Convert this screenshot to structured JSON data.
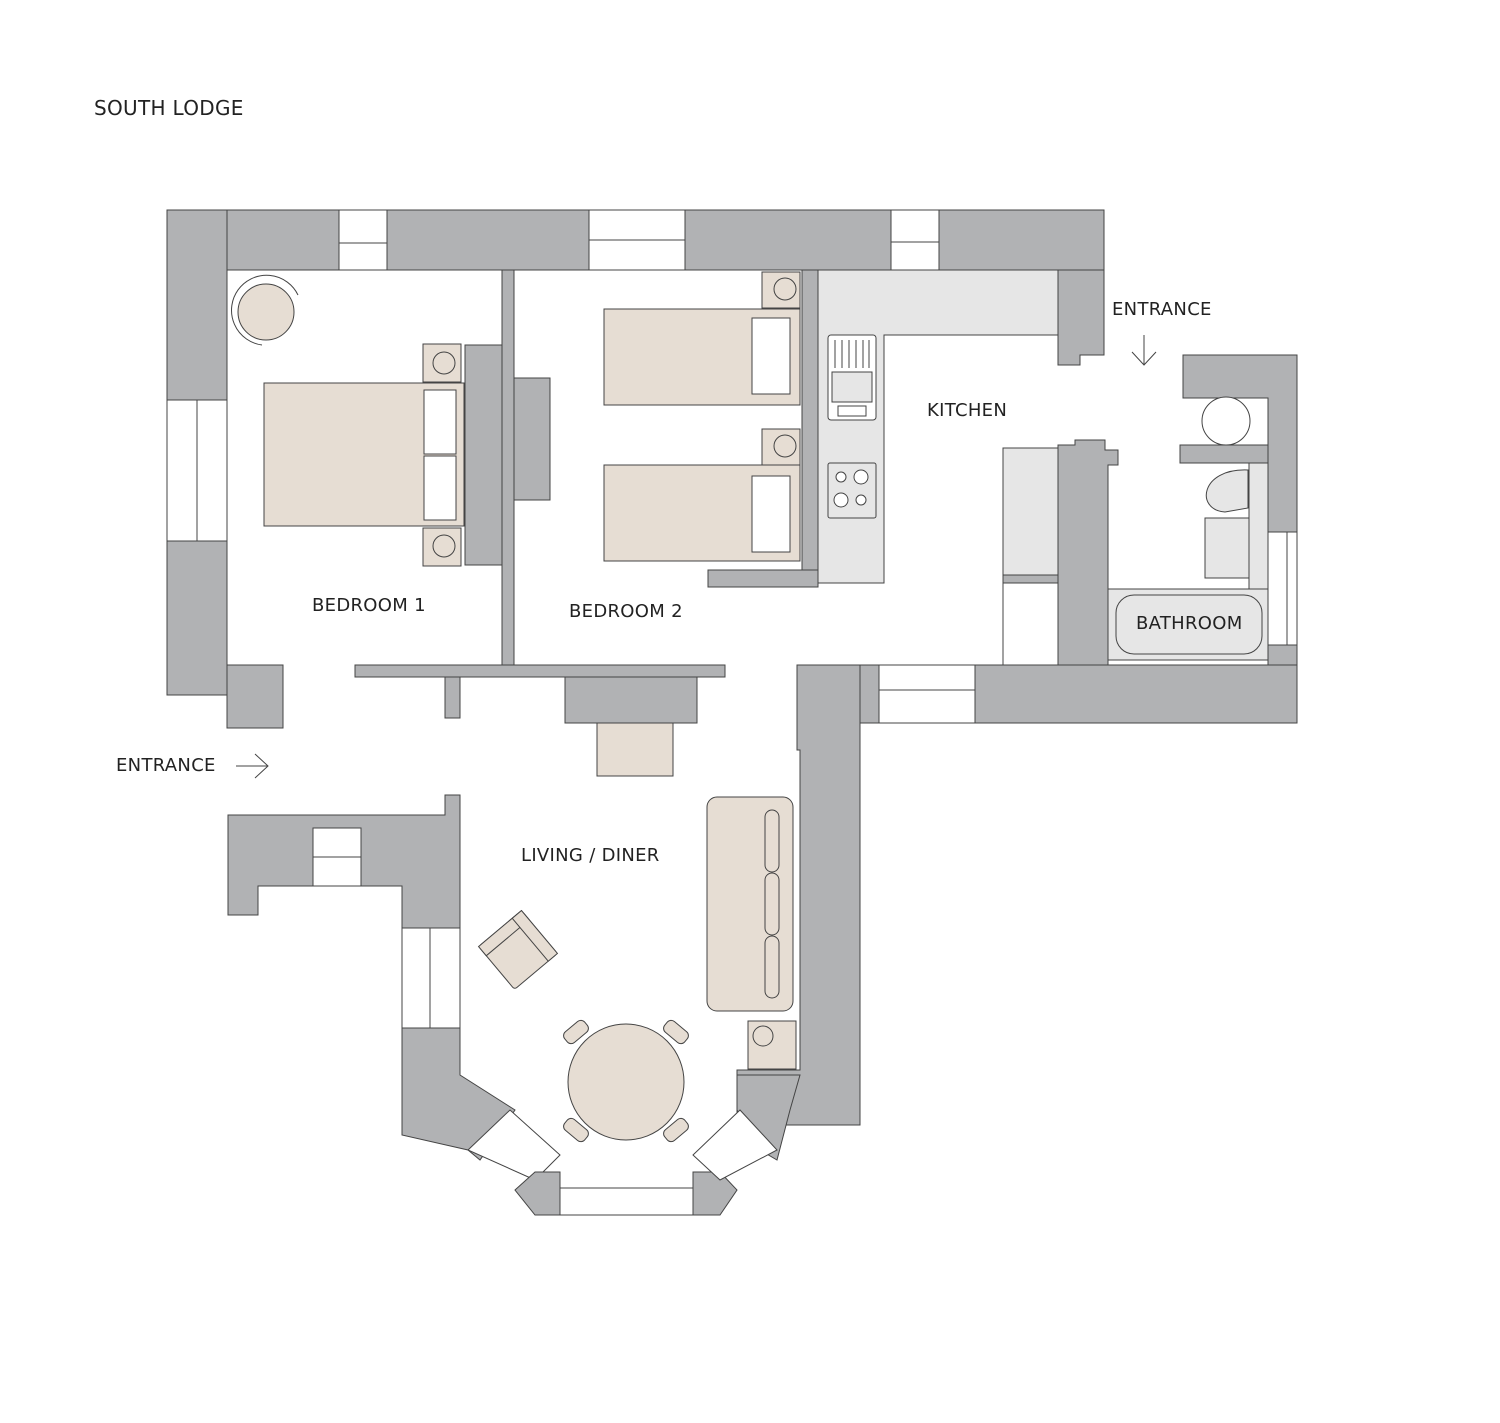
{
  "title": "SOUTH LODGE",
  "rooms": {
    "bedroom1": "BEDROOM 1",
    "bedroom2": "BEDROOM 2",
    "kitchen": "KITCHEN",
    "bathroom": "BATHROOM",
    "living": "LIVING / DINER"
  },
  "entrances": {
    "top_right": "ENTRANCE",
    "left": "ENTRANCE"
  },
  "colors": {
    "wall": "#b1b2b4",
    "furniture": "#e6ddd3",
    "counter": "#e6e6e6"
  }
}
